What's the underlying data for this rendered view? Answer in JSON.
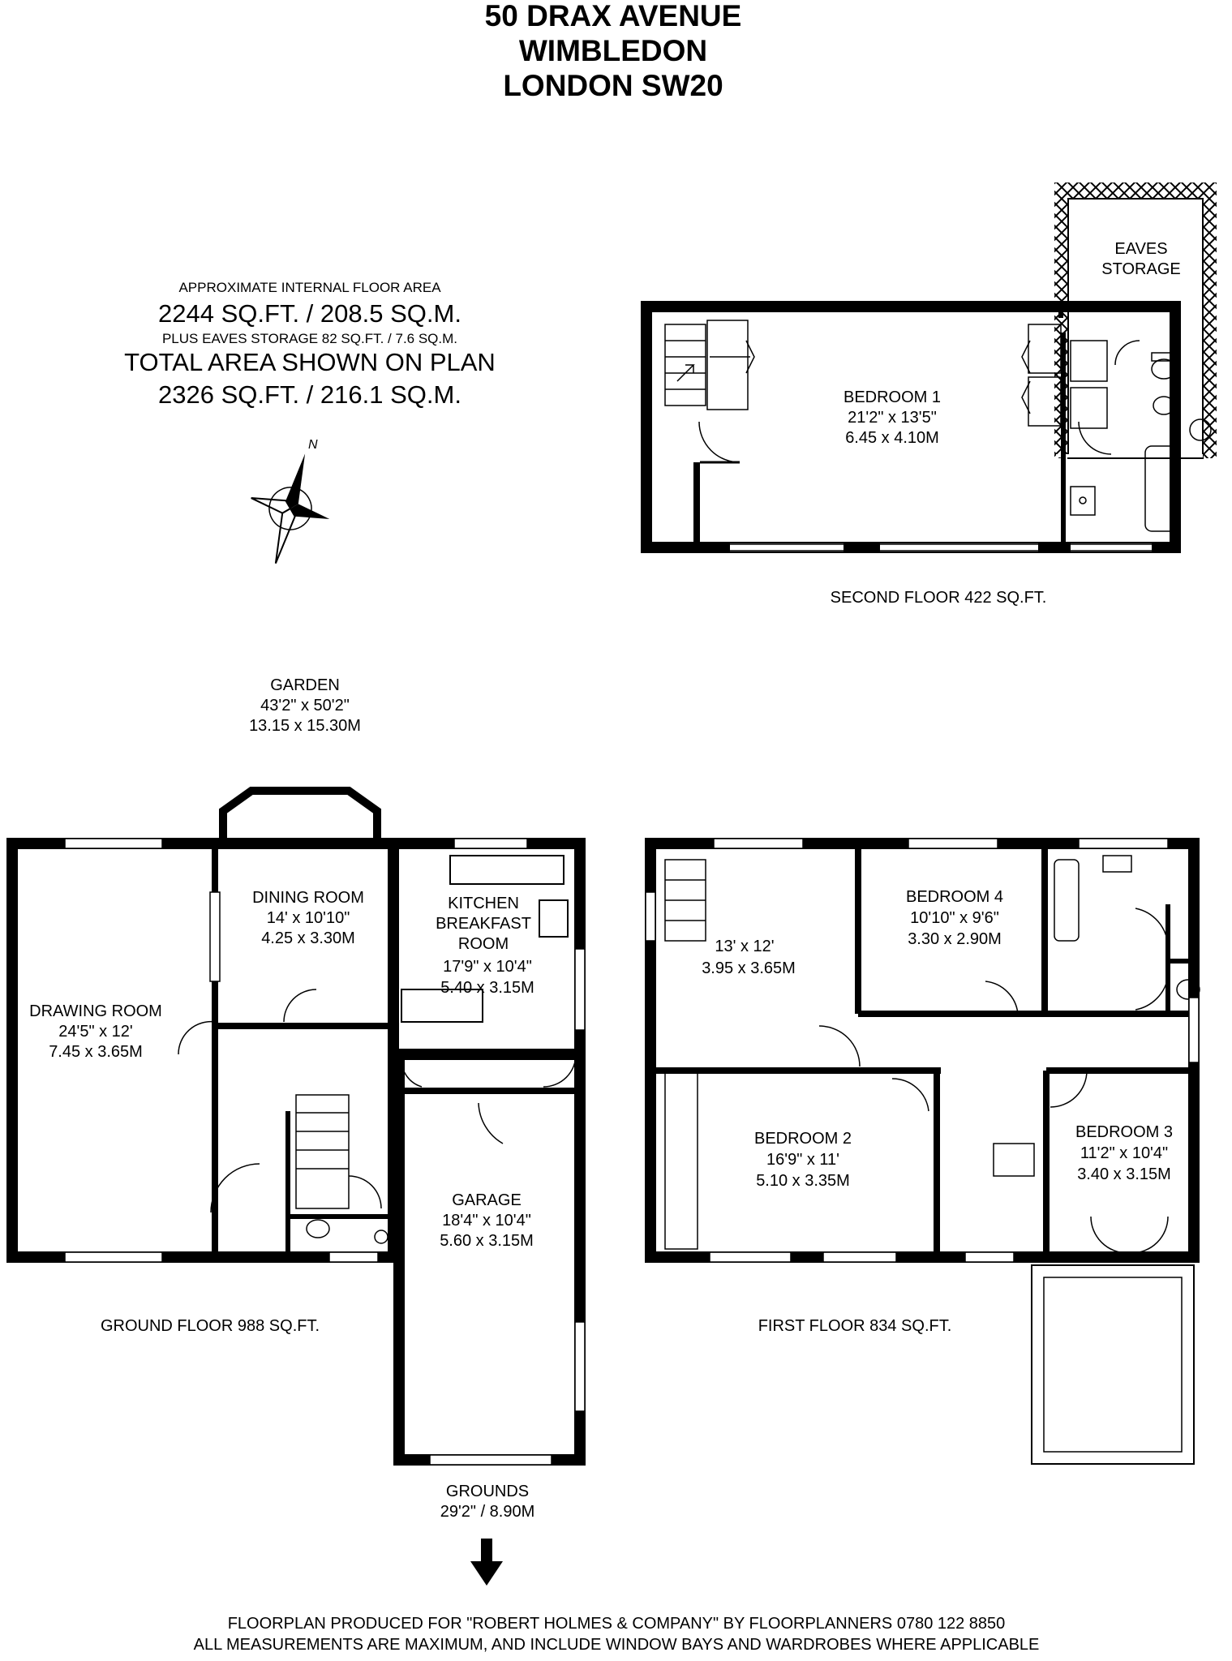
{
  "title": {
    "line1": "50 DRAX AVENUE",
    "line2": "WIMBLEDON",
    "line3": "LONDON SW20"
  },
  "area": {
    "heading": "APPROXIMATE INTERNAL FLOOR AREA",
    "internal": "2244 SQ.FT. / 208.5 SQ.M.",
    "eaves": "PLUS EAVES STORAGE 82 SQ.FT. / 7.6 SQ.M.",
    "total_label": "TOTAL AREA SHOWN ON PLAN",
    "total": "2326 SQ.FT. / 216.1 SQ.M."
  },
  "compass": {
    "label": "N"
  },
  "second_floor": {
    "caption": "SECOND FLOOR 422 SQ.FT.",
    "eaves": {
      "line1": "EAVES",
      "line2": "STORAGE"
    },
    "bedroom1": {
      "name": "BEDROOM 1",
      "imperial": "21'2\" x 13'5\"",
      "metric": "6.45 x 4.10M"
    }
  },
  "garden": {
    "name": "GARDEN",
    "imperial": "43'2\" x 50'2\"",
    "metric": "13.15 x 15.30M"
  },
  "ground_floor": {
    "caption": "GROUND FLOOR 988 SQ.FT.",
    "drawing_room": {
      "name": "DRAWING ROOM",
      "imperial": "24'5\" x 12'",
      "metric": "7.45 x 3.65M"
    },
    "dining_room": {
      "name": "DINING ROOM",
      "imperial": "14' x 10'10\"",
      "metric": "4.25 x 3.30M"
    },
    "kitchen": {
      "line1": "KITCHEN",
      "line2": "BREAKFAST",
      "line3": "ROOM",
      "imperial": "17'9\" x 10'4\"",
      "metric": "5.40 x 3.15M"
    },
    "garage": {
      "name": "GARAGE",
      "imperial": "18'4\" x 10'4\"",
      "metric": "5.60 x 3.15M"
    }
  },
  "first_floor": {
    "caption": "FIRST FLOOR 834 SQ.FT.",
    "unnamed_room": {
      "imperial": "13' x 12'",
      "metric": "3.95 x 3.65M"
    },
    "bedroom4": {
      "name": "BEDROOM 4",
      "imperial": "10'10\" x 9'6\"",
      "metric": "3.30 x 2.90M"
    },
    "bedroom2": {
      "name": "BEDROOM 2",
      "imperial": "16'9\" x 11'",
      "metric": "5.10 x 3.35M"
    },
    "bedroom3": {
      "name": "BEDROOM 3",
      "imperial": "11'2\" x 10'4\"",
      "metric": "3.40 x 3.15M"
    }
  },
  "grounds": {
    "name": "GROUNDS",
    "measure": "29'2\" / 8.90M"
  },
  "footer": {
    "line1": "FLOORPLAN PRODUCED FOR \"ROBERT HOLMES & COMPANY\" BY FLOORPLANNERS 0780 122 8850",
    "line2": "ALL MEASUREMENTS ARE MAXIMUM, AND INCLUDE WINDOW BAYS AND WARDROBES WHERE APPLICABLE"
  }
}
